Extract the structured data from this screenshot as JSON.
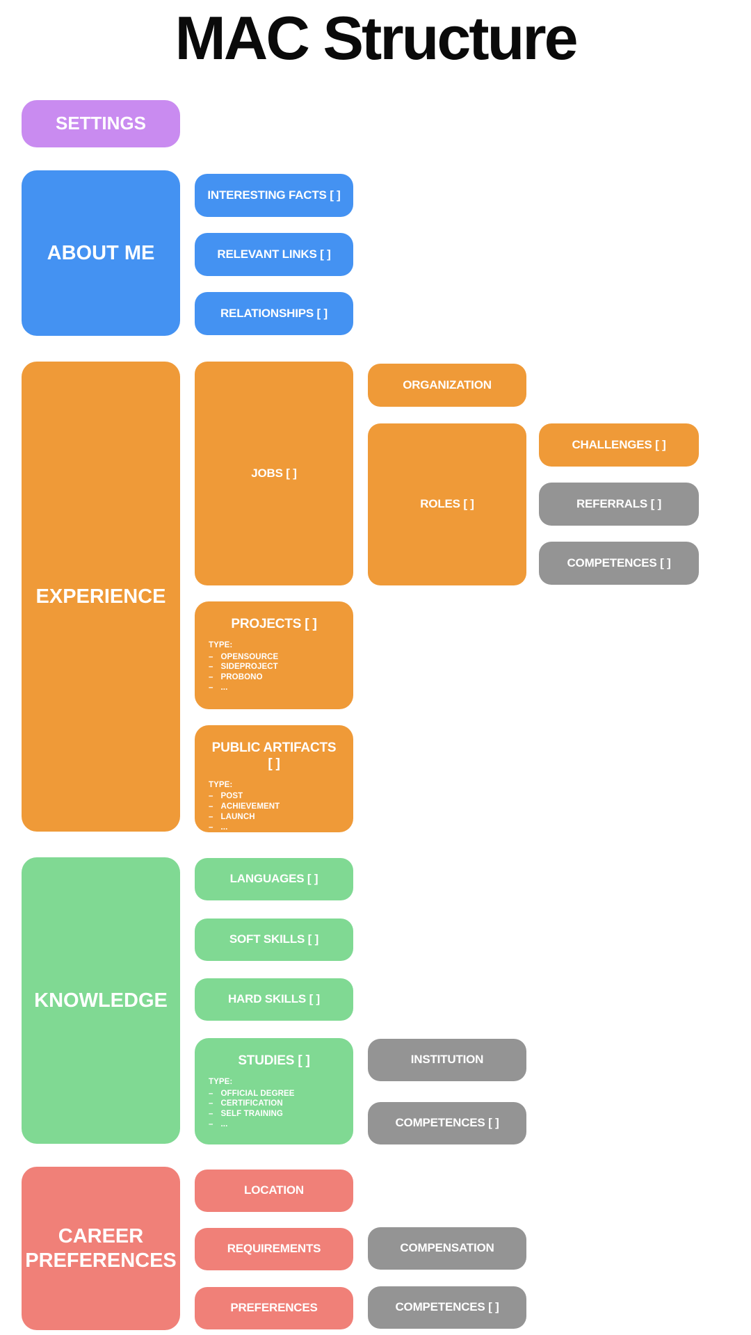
{
  "title": "MAC Structure",
  "colors": {
    "background": "#FFFFFF",
    "title_color": "#0A0A0A",
    "text": "#FFFFFF",
    "purple": "#C98BF0",
    "blue": "#4492F2",
    "orange": "#EF9A38",
    "green": "#80D993",
    "red": "#F08078",
    "gray": "#949494"
  },
  "sections": {
    "settings": {
      "label": "SETTINGS"
    },
    "about_me": {
      "label": "ABOUT ME",
      "children": {
        "interesting_facts": {
          "label": "INTERESTING FACTS [ ]"
        },
        "relevant_links": {
          "label": "RELEVANT LINKS [ ]"
        },
        "relationships": {
          "label": "RELATIONSHIPS [ ]"
        }
      }
    },
    "experience": {
      "label": "EXPERIENCE",
      "children": {
        "jobs": {
          "label": "JOBS [ ]",
          "children": {
            "organization": {
              "label": "ORGANIZATION"
            },
            "roles": {
              "label": "ROLES [ ]",
              "children": {
                "challenges": {
                  "label": "CHALLENGES [ ]"
                },
                "referrals": {
                  "label": "REFERRALS [ ]"
                },
                "competences": {
                  "label": "COMPETENCES [ ]"
                }
              }
            }
          }
        },
        "projects": {
          "label": "PROJECTS [ ]",
          "type_heading": "TYPE:",
          "types": [
            "OPENSOURCE",
            "SIDEPROJECT",
            "PROBONO",
            "..."
          ]
        },
        "public_artifacts": {
          "label": "PUBLIC ARTIFACTS [ ]",
          "type_heading": "TYPE:",
          "types": [
            "POST",
            "ACHIEVEMENT",
            "LAUNCH",
            "..."
          ]
        }
      }
    },
    "knowledge": {
      "label": "KNOWLEDGE",
      "children": {
        "languages": {
          "label": "LANGUAGES [ ]"
        },
        "soft_skills": {
          "label": "SOFT SKILLS [ ]"
        },
        "hard_skills": {
          "label": "HARD SKILLS [ ]"
        },
        "studies": {
          "label": "STUDIES [ ]",
          "type_heading": "TYPE:",
          "types": [
            "OFFICIAL DEGREE",
            "CERTIFICATION",
            "SELF TRAINING",
            "..."
          ],
          "children": {
            "institution": {
              "label": "INSTITUTION"
            },
            "competences": {
              "label": "COMPETENCES [ ]"
            }
          }
        }
      }
    },
    "career_preferences": {
      "label": "CAREER PREFERENCES",
      "children": {
        "location": {
          "label": "LOCATION"
        },
        "requirements": {
          "label": "REQUIREMENTS",
          "children": {
            "compensation": {
              "label": "COMPENSATION"
            }
          }
        },
        "preferences": {
          "label": "PREFERENCES",
          "children": {
            "competences": {
              "label": "COMPETENCES [ ]"
            }
          }
        }
      }
    }
  }
}
